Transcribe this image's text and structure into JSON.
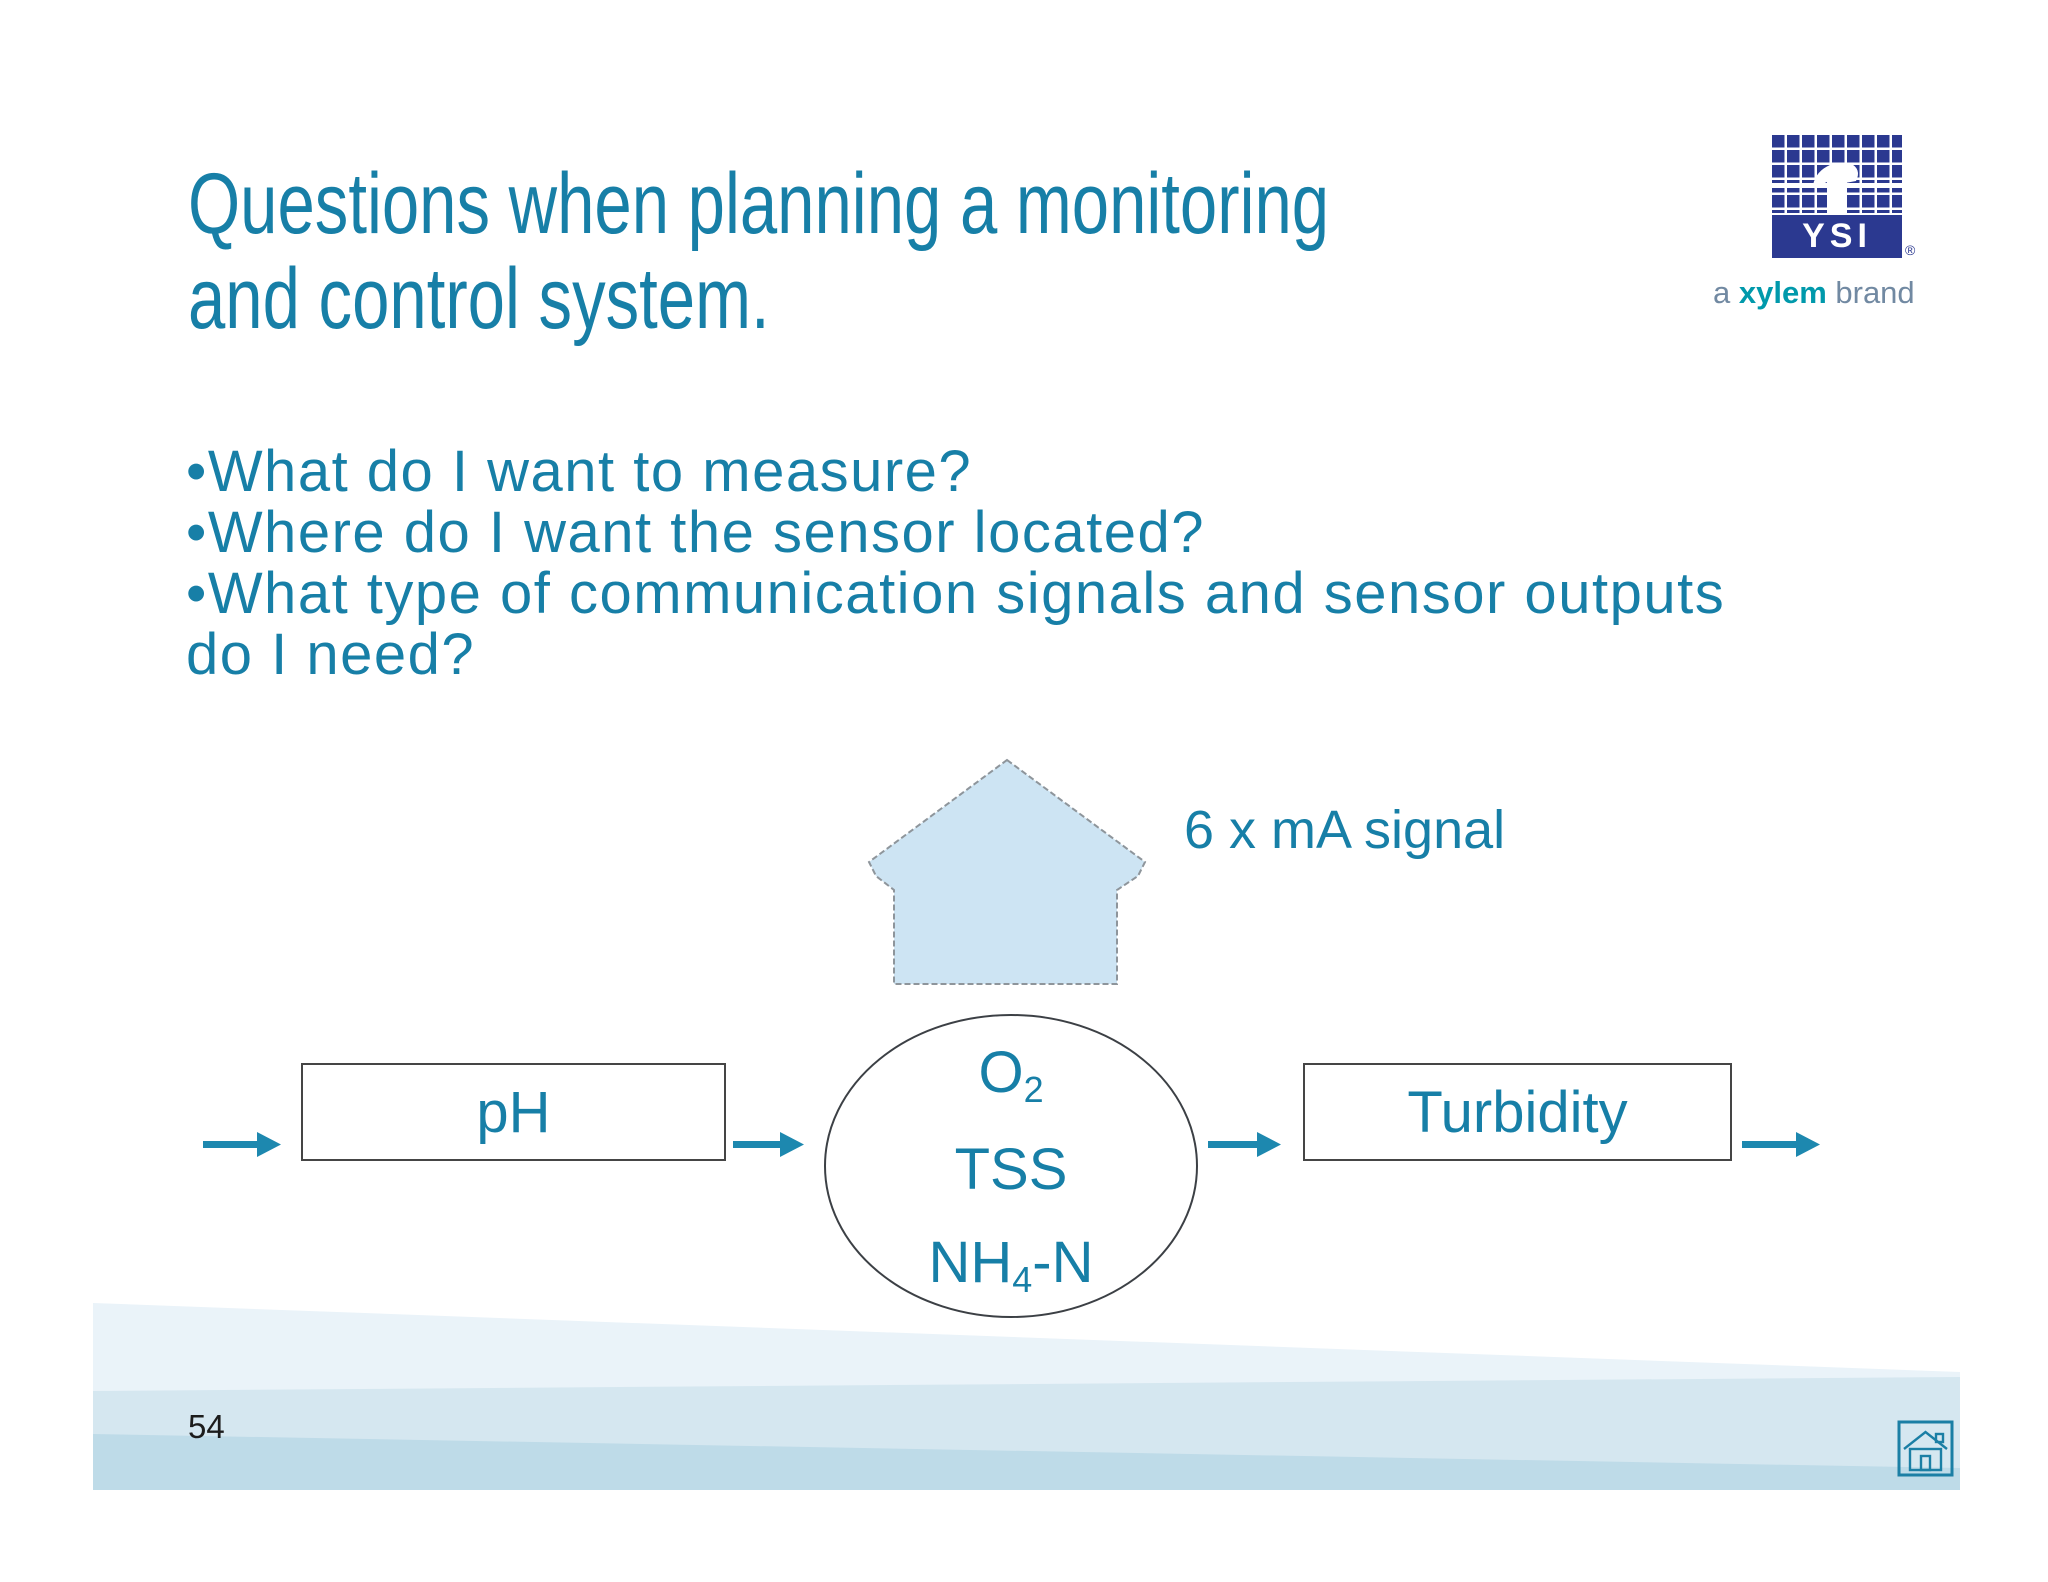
{
  "header": {
    "title_line1": "Questions when planning a monitoring",
    "title_line2": "and control system."
  },
  "logo": {
    "ysi": "YSI",
    "registered": "®",
    "tagline_prefix": "a ",
    "tagline_brand": "xylem",
    "tagline_suffix": " brand",
    "navy": "#2b3990",
    "xylem_teal": "#0099ab"
  },
  "bullets": {
    "marker": "•",
    "items": [
      "What do I want to measure?",
      "Where do I want the sensor located?",
      "What type of communication signals and sensor outputs do I need?"
    ]
  },
  "diagram": {
    "signal_label": "6 x mA signal",
    "house_fill": "#cde4f3",
    "arrow_color": "#1d88af",
    "boxes": [
      {
        "label": "pH"
      },
      {
        "label": "Turbidity"
      }
    ],
    "ellipse_lines": [
      {
        "main": "O",
        "sub": "2",
        "tail": ""
      },
      {
        "main": "TSS",
        "sub": "",
        "tail": ""
      },
      {
        "main": "NH",
        "sub": "4",
        "tail": "-N"
      }
    ]
  },
  "footer": {
    "page_number": "54"
  },
  "colors": {
    "teal_text": "#177fa7",
    "band_light": "#eaf3f9",
    "band_mid": "#d5e7f0",
    "band_dark": "#bedbe8",
    "box_border": "#454545",
    "home_icon": "#1b7fa5"
  }
}
